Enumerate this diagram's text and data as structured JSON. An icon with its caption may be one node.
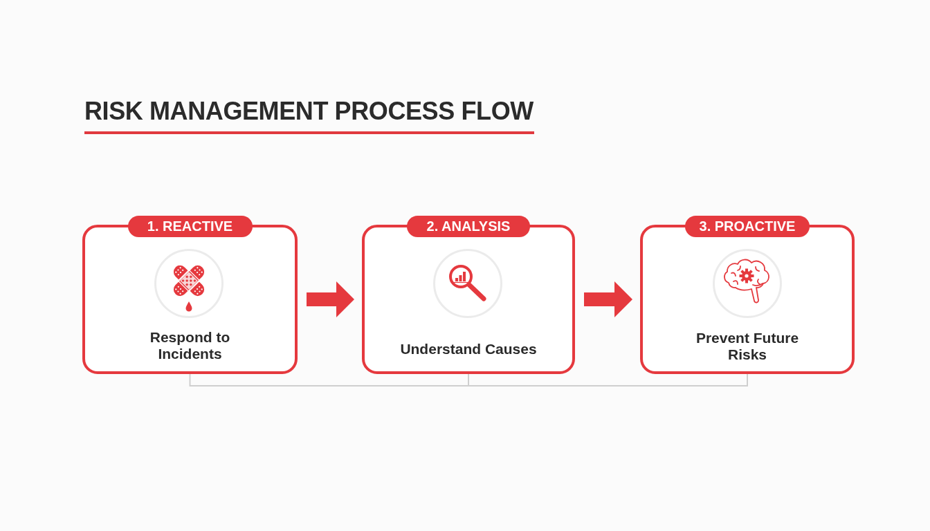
{
  "diagram": {
    "title": "RISK MANAGEMENT PROCESS FLOW",
    "nodes": [
      {
        "text": [
          "1. REACTIVE",
          "Respond to Incidents"
        ]
      },
      {
        "text": [
          "2. ANALYSIS",
          "Understand Causes"
        ]
      },
      {
        "text": [
          "3. PROACTIVE",
          "Prevent Future Risks"
        ]
      }
    ],
    "edges": [
      {
        "from": 0,
        "to": 1,
        "arrow": "to",
        "style": "thick"
      },
      {
        "from": 1,
        "to": 2,
        "arrow": "to",
        "style": "thick"
      },
      {
        "from": 0,
        "to": 1,
        "arrow": "none",
        "color": "#cfcfcf"
      },
      {
        "from": 1,
        "to": 2,
        "arrow": "none",
        "color": "#cfcfcf"
      }
    ]
  }
}
